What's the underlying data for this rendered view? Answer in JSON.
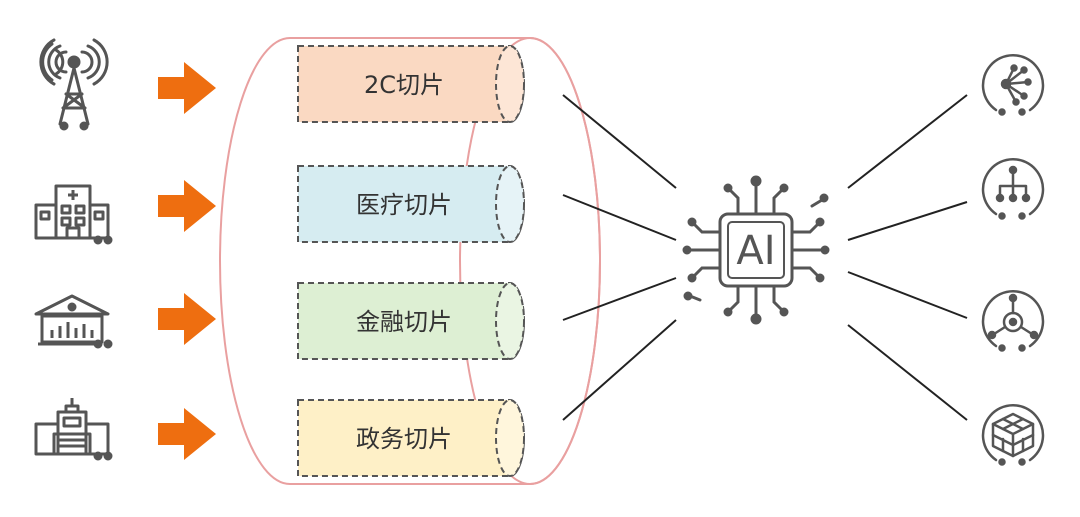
{
  "slices": [
    {
      "label": "2C切片",
      "fill": "#FAD9C2"
    },
    {
      "label": "医疗切片",
      "fill": "#D6ECF1"
    },
    {
      "label": "金融切片",
      "fill": "#DDEFD3"
    },
    {
      "label": "政务切片",
      "fill": "#FEF0C7"
    }
  ],
  "hub": {
    "label": "AI"
  },
  "left_icons": [
    "cell-tower-icon",
    "hospital-icon",
    "bank-icon",
    "government-building-icon"
  ],
  "right_icons": [
    "network-hub-icon",
    "hierarchy-icon",
    "target-nodes-icon",
    "cube-grid-icon"
  ],
  "colors": {
    "arrow": "#EE6E10",
    "tube_outline": "#E9A0A0",
    "icon": "#555555",
    "line": "#222222"
  }
}
